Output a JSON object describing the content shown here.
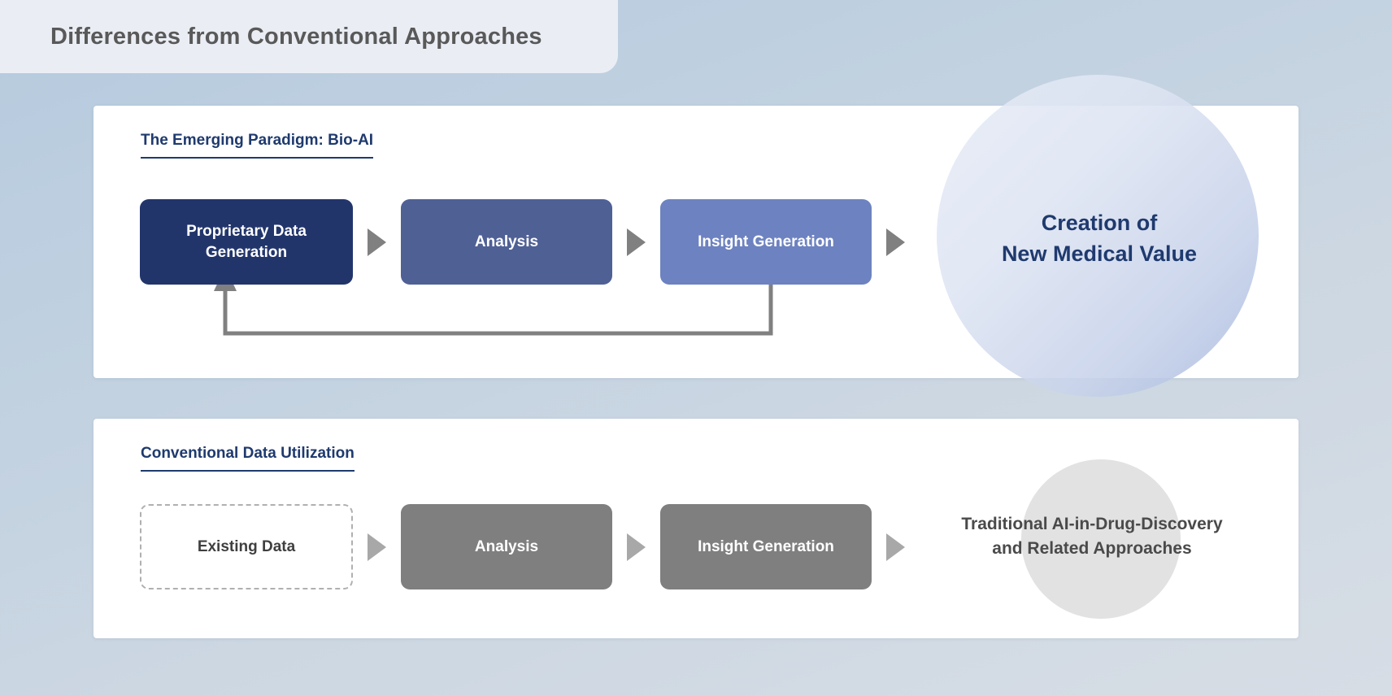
{
  "page": {
    "title": "Differences from Conventional Approaches"
  },
  "colors": {
    "navy": "#1f3a6e",
    "node_dark": "#22356b",
    "node_mid": "#4f6095",
    "node_light": "#6d82c0",
    "node_gray": "#7f7f7f",
    "arrow_gray": "#808080",
    "arrow_light_gray": "#a8a8a8",
    "circle_gray": "#e2e2e2",
    "card_bg": "#ffffff",
    "title_text": "#595959"
  },
  "panels": [
    {
      "id": "emerging",
      "heading": "The Emerging Paradigm: Bio-AI",
      "nodes": [
        {
          "label": "Proprietary Data\nGeneration",
          "style": "dark"
        },
        {
          "label": "Analysis",
          "style": "mid"
        },
        {
          "label": "Insight Generation",
          "style": "light"
        }
      ],
      "arrows": [
        {
          "name": "arrow-1",
          "glyph": "triangle-right"
        },
        {
          "name": "arrow-2",
          "glyph": "triangle-right"
        },
        {
          "name": "arrow-3",
          "glyph": "triangle-right"
        }
      ],
      "result": {
        "label": "Creation of\nNew Medical Value",
        "shape": "circle-gradient-blue"
      },
      "feedback_loop": {
        "present": true,
        "from": "Insight Generation",
        "to": "Proprietary Data Generation",
        "arrowhead": "up"
      }
    },
    {
      "id": "conventional",
      "heading": "Conventional Data Utilization",
      "nodes": [
        {
          "label": "Existing Data",
          "style": "dashed"
        },
        {
          "label": "Analysis",
          "style": "gray"
        },
        {
          "label": "Insight Generation",
          "style": "gray"
        }
      ],
      "arrows": [
        {
          "name": "arrow-1",
          "glyph": "triangle-right"
        },
        {
          "name": "arrow-2",
          "glyph": "triangle-right"
        },
        {
          "name": "arrow-3",
          "glyph": "triangle-right"
        }
      ],
      "result": {
        "label": "Traditional AI-in-Drug-Discovery\nand Related Approaches",
        "shape": "circle-gray"
      },
      "feedback_loop": {
        "present": false
      }
    }
  ]
}
